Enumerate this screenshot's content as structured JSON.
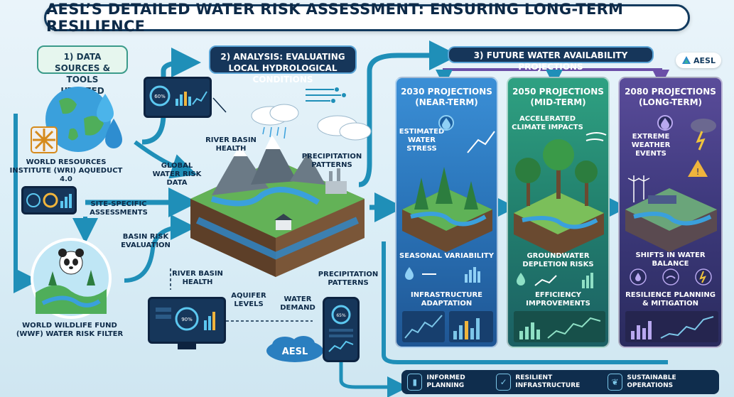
{
  "title": "AESL’S DETAILED WATER RISK ASSESSMENT: ENSURING LONG-TERM RESILIENCE",
  "brand": "AESL",
  "sections": {
    "s1": "1) DATA SOURCES & TOOLS UTILIZED",
    "s2": "2) ANALYSIS: EVALUATING LOCAL HYDROLOGICAL CONDITIONS",
    "s3": "3) FUTURE WATER AVAILABILITY PROJECTIONS"
  },
  "sources": {
    "wri": "WORLD RESOURCES INSTITUTE (WRI) AQUEDUCT 4.0",
    "site": "SITE-SPECIFIC ASSESSMENTS",
    "basin_eval": "BASIN RISK EVALUATION",
    "wwf": "WORLD WILDLIFE FUND (WWF) WATER RISK FILTER",
    "global": "GLOBAL WATER RISK DATA"
  },
  "analysis": {
    "river_top": "RIVER BASIN HEALTH",
    "precip_top": "PRECIPITATION PATTERNS",
    "river_bottom": "RIVER BASIN HEALTH",
    "aquifer": "AQUIFER LEVELS",
    "demand": "WATER DEMAND",
    "precip_bottom": "PRECIPITATION PATTERNS",
    "aesl_cloud": "AESL"
  },
  "devices": {
    "tablet_value": "60%",
    "monitor_value": "90%",
    "phone_value": "65%"
  },
  "projections": [
    {
      "title": "2030 PROJECTIONS (NEAR-TERM)",
      "top_label": "ESTIMATED WATER STRESS",
      "mid_label": "SEASONAL VARIABILITY",
      "bottom_label": "INFRASTRUCTURE ADAPTATION"
    },
    {
      "title": "2050 PROJECTIONS (MID-TERM)",
      "top_label": "ACCELERATED CLIMATE IMPACTS",
      "mid_label": "GROUNDWATER DEPLETION RISKS",
      "bottom_label": "EFFICIENCY IMPROVEMENTS"
    },
    {
      "title": "2080 PROJECTIONS (LONG-TERM)",
      "top_label": "EXTREME WEATHER EVENTS",
      "mid_label": "SHIFTS IN WATER BALANCE",
      "bottom_label": "RESILIENCE PLANNING & MITIGATION"
    }
  ],
  "footer": [
    {
      "label": "INFORMED PLANNING",
      "icon": "chart-icon"
    },
    {
      "label": "RESILIENT INFRASTRUCTURE",
      "icon": "shield-icon"
    },
    {
      "label": "SUSTAINABLE OPERATIONS",
      "icon": "leaf-icon"
    }
  ],
  "colors": {
    "navy": "#0f2d4d",
    "teal_arrow": "#1f8fb8",
    "panel_2030": "#2b76bb",
    "panel_2050": "#23836f",
    "panel_2080": "#3f3a7e"
  }
}
